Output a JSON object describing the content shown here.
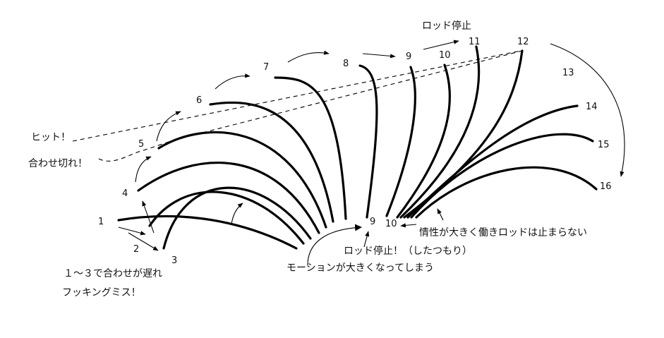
{
  "positions": [
    "1",
    "2",
    "3",
    "4",
    "5",
    "6",
    "7",
    "8",
    "9",
    "10",
    "11",
    "12",
    "13",
    "14",
    "15",
    "16",
    "9",
    "10"
  ],
  "labels": {
    "hit": "ヒット！",
    "hook_break": "合わせ切れ！",
    "rod_stop_top": "ロッド停止",
    "late_hook_1": "１～３で合わせが遅れ",
    "late_hook_2": "フッキングミス！",
    "rod_stop_bottom": "ロッド停止！（したつもり）",
    "motion_big": "モーションが大きくなってしまう",
    "inertia": "情性が大きく働きロッドは止まらない"
  }
}
